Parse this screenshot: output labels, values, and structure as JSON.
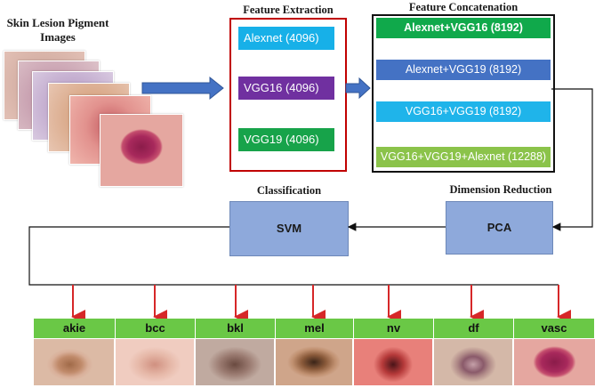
{
  "input": {
    "title_line1": "Skin Lesion Pigment",
    "title_line2": "Images"
  },
  "feature_extraction": {
    "title": "Feature Extraction",
    "items": [
      {
        "label": "Alexnet (4096)",
        "color": "#17b0e8"
      },
      {
        "label": "VGG16 (4096)",
        "color": "#7030a0"
      },
      {
        "label": "VGG19 (4096)",
        "color": "#17a34a"
      }
    ]
  },
  "feature_concatenation": {
    "title": "Feature Concatenation",
    "items": [
      {
        "label": "Alexnet+VGG16 (8192)",
        "color": "#10a94b",
        "bold": true
      },
      {
        "label": "Alexnet+VGG19 (8192)",
        "color": "#4472c4",
        "bold": false
      },
      {
        "label": "VGG16+VGG19 (8192)",
        "color": "#1fb4ea",
        "bold": false
      },
      {
        "label": "VGG16+VGG19+Alexnet (12288)",
        "color": "#8bc34a",
        "bold": false
      }
    ]
  },
  "dimension_reduction": {
    "title": "Dimension Reduction",
    "box_label": "PCA"
  },
  "classification": {
    "title": "Classification",
    "box_label": "SVM"
  },
  "classes": [
    {
      "label": "akie"
    },
    {
      "label": "bcc"
    },
    {
      "label": "bkl"
    },
    {
      "label": "mel"
    },
    {
      "label": "nv"
    },
    {
      "label": "df"
    },
    {
      "label": "vasc"
    }
  ],
  "colors": {
    "flow_arrow": "#4472c4",
    "class_arrow": "#d62728",
    "extraction_border": "#c00000",
    "class_label_bg": "#6ac846",
    "process_box": "#8ea9db"
  }
}
